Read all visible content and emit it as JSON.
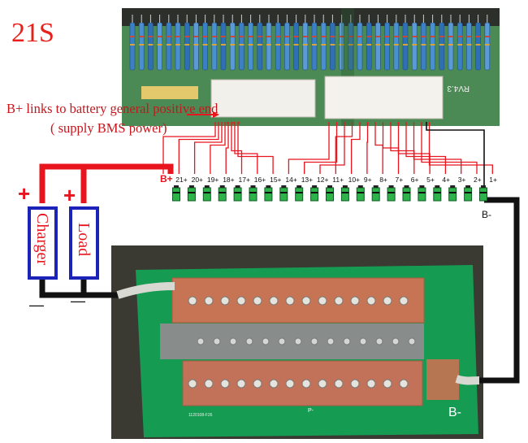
{
  "title": "21S",
  "notes": {
    "line1": "B+ links to battery general positive end",
    "line2": "( supply BMS power)"
  },
  "connector_label": "RV4.3",
  "cells": {
    "positive_labels": [
      "B+",
      "21+",
      "20+",
      "19+",
      "18+",
      "17+",
      "16+",
      "15+",
      "14+",
      "13+",
      "12+",
      "11+",
      "10+",
      "9+",
      "8+",
      "7+",
      "6+",
      "5+",
      "4+",
      "3+",
      "2+",
      "1+"
    ],
    "negative_label": "B-",
    "count": 21
  },
  "devices": {
    "charger": "Charger",
    "load": "Load",
    "plus": "+",
    "minus": "—"
  },
  "board": {
    "b_minus": "B-",
    "p_label": "P-",
    "serial": "1120108-F26"
  },
  "colors": {
    "wire_red": "#e8141e",
    "wire_black": "#111111",
    "label_red": "#e8201c",
    "cell_green": "#2db34a"
  }
}
